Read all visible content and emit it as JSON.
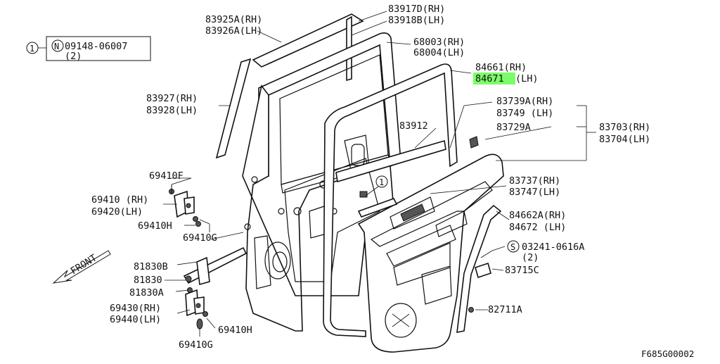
{
  "labels": {
    "p83917D": "83917D(RH)",
    "p83918B": "83918B(LH)",
    "p83925A": "83925A(RH)",
    "p83926A": "83926A(LH)",
    "p68003": "68003(RH)",
    "p68004": "68004(LH)",
    "p84661": "84661(RH)",
    "p84671": "84671",
    "p84671_side": "(LH)",
    "p83927": "83927(RH)",
    "p83928": "83928(LH)",
    "p83739A": "83739A(RH)",
    "p83749": "83749 (LH)",
    "p83729A": "83729A",
    "p83703": "83703(RH)",
    "p83704": "83704(LH)",
    "p83912": "83912",
    "p69410F": "69410F",
    "p69410": "69410 (RH)",
    "p69420": "69420(LH)",
    "p69410H_a": "69410H",
    "p69410G_a": "69410G",
    "p83737": "83737(RH)",
    "p83747": "83747(LH)",
    "p84662A": "84662A(RH)",
    "p84672": "84672 (LH)",
    "s03241": "03241-0616A",
    "s03241_qty": "(2)",
    "p83715C": "83715C",
    "p81830B": "81830B",
    "p81830": "81830",
    "p81830A": "81830A",
    "p69430": "69430(RH)",
    "p69440": "69440(LH)",
    "p69410H_b": "69410H",
    "p69410G_b": "69410G",
    "p82711A": "82711A",
    "front": "FRONT",
    "callout_num": "1",
    "n09148": "09148-06007",
    "n09148_qty": "(2)",
    "callout_num_b": "1",
    "circle_N": "N",
    "circle_S": "S",
    "figure_id": "F685G00002"
  },
  "colors": {
    "highlight": "#7CFC6A",
    "line": "#111111",
    "background": "#ffffff"
  }
}
